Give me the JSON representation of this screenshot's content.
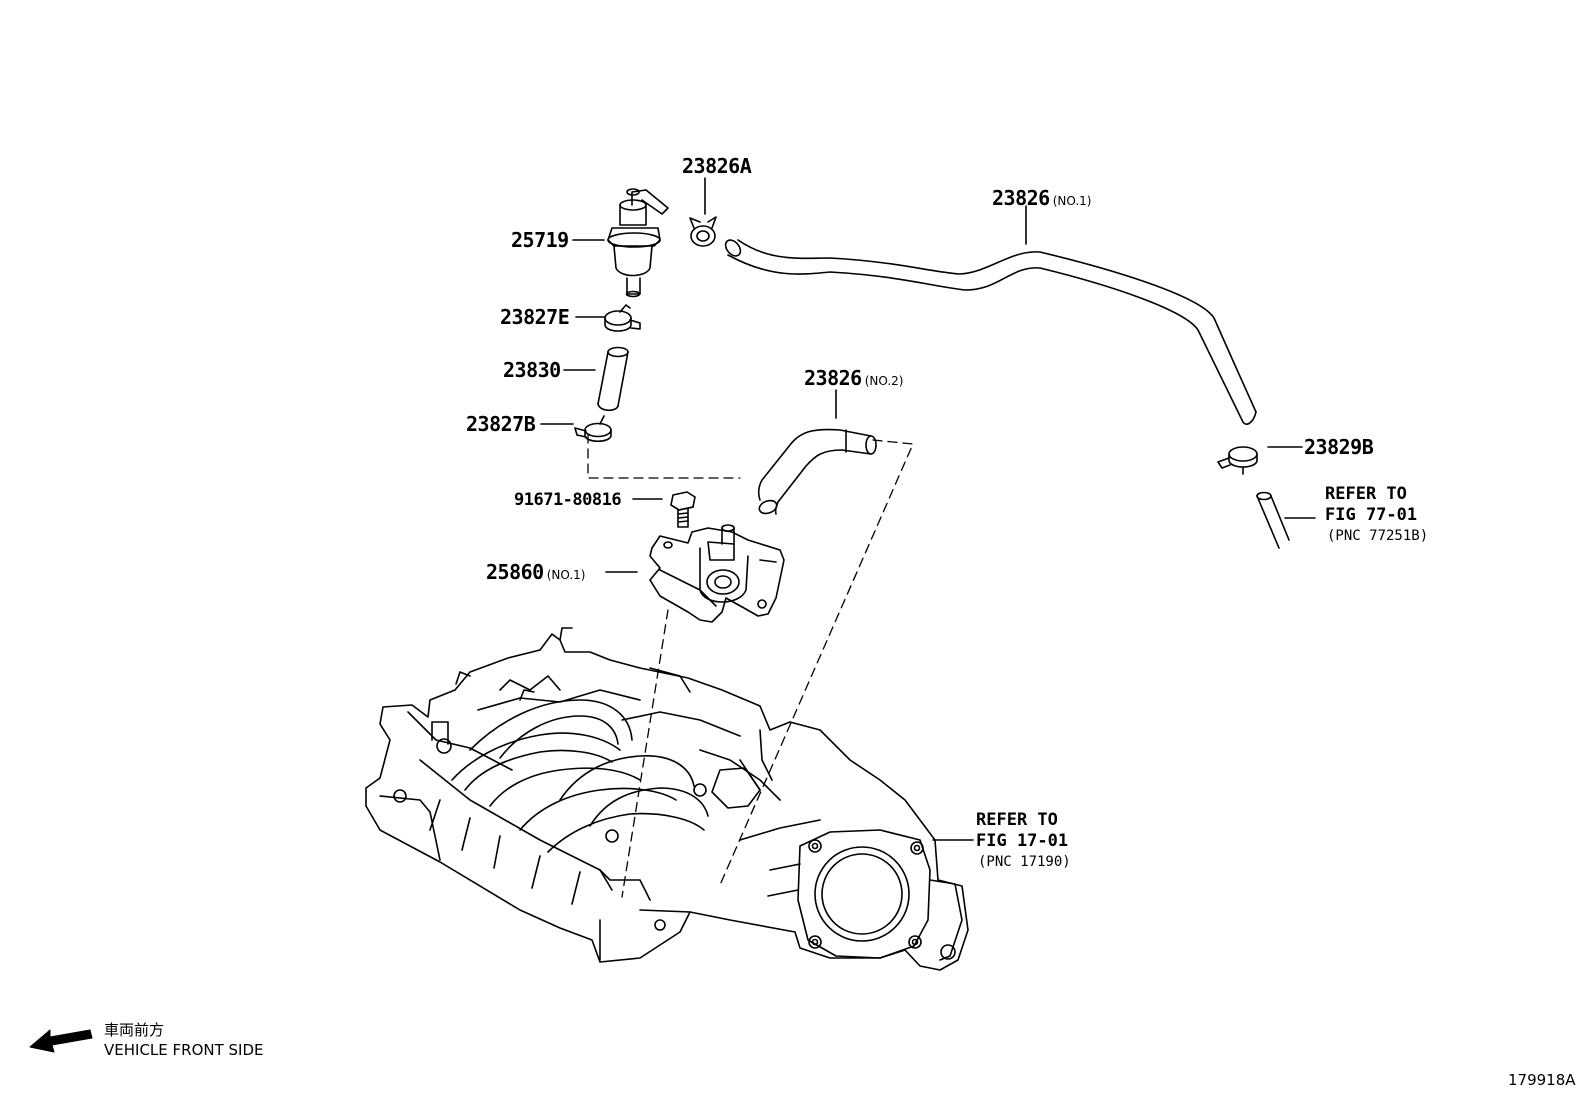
{
  "labels": {
    "p23826A": "23826A",
    "p23826_no1": "23826",
    "p23826_no1_sub": "(NO.1)",
    "p25719": "25719",
    "p23827E": "23827E",
    "p23830": "23830",
    "p23827B": "23827B",
    "p23826_no2": "23826",
    "p23826_no2_sub": "(NO.2)",
    "p91671": "91671-80816",
    "p25860": "25860",
    "p25860_sub": "(NO.1)",
    "p23829B": "23829B"
  },
  "refs": {
    "fig77": {
      "line1": "REFER TO",
      "line2": "FIG 77-01",
      "line3": "(PNC 77251B)"
    },
    "fig17": {
      "line1": "REFER TO",
      "line2": "FIG 17-01",
      "line3": "(PNC 17190)"
    }
  },
  "front": {
    "jp": "車両前方",
    "en": "VEHICLE FRONT SIDE"
  },
  "figure_code": "179918A"
}
